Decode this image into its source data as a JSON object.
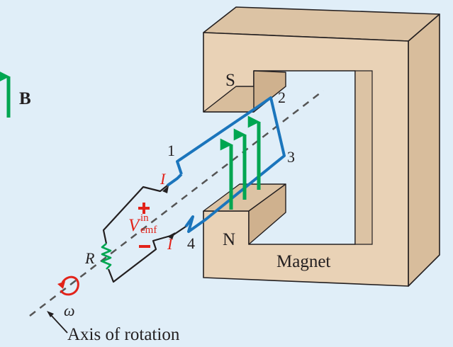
{
  "labels": {
    "field": "B",
    "terminal_1": "1",
    "terminal_2": "2",
    "terminal_3": "3",
    "terminal_4": "4",
    "pole_s": "S",
    "pole_n": "N",
    "magnet": "Magnet",
    "current_top": "I",
    "current_bottom": "I",
    "emf_symbol": "V",
    "emf_super": "in",
    "emf_sub": "emf",
    "plus": "+",
    "minus": "−",
    "resistor": "R",
    "omega": "ω",
    "axis": "Axis of rotation"
  },
  "colors": {
    "background": "#e0eef8",
    "magnet_fill": "#e9d2b6",
    "loop": "#1b75bc",
    "field_arrow": "#00a651",
    "resistor": "#00a651",
    "polarity": "#e2231a",
    "axis": "#555555",
    "outline": "#231f20"
  }
}
